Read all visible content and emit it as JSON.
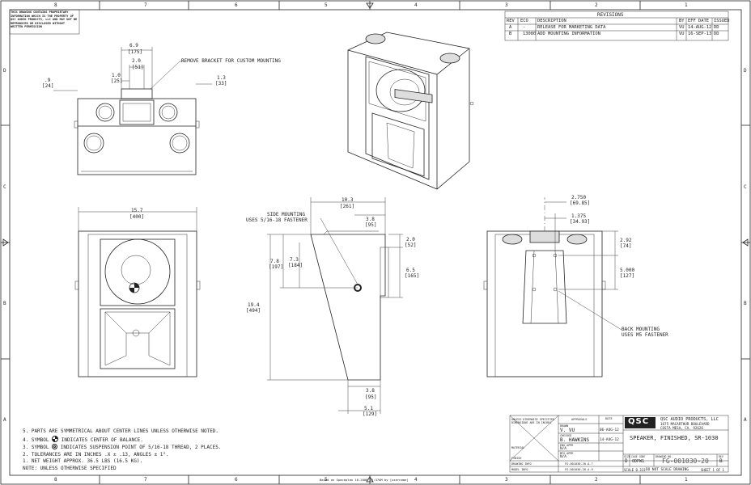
{
  "frame": {
    "col_labels_top": [
      "8",
      "7",
      "6",
      "5",
      "4",
      "3",
      "2",
      "1"
    ],
    "col_labels_bottom": [
      "8",
      "7",
      "6",
      "5",
      "4",
      "3",
      "2",
      "1"
    ],
    "row_labels_left": [
      "D",
      "C",
      "B",
      "A"
    ],
    "row_labels_right": [
      "D",
      "C",
      "B",
      "A"
    ]
  },
  "proprietary_notice": "THIS DRAWING CONTAINS PROPRIETARY INFORMATION WHICH IS THE PROPERTY OF QSC AUDIO PRODUCTS, LLC AND MAY NOT BE REPRODUCED OR DISCLOSED WITHOUT WRITTEN PERMISSION",
  "revisions": {
    "title": "REVISIONS",
    "headers": [
      "REV",
      "ECO",
      "DESCRIPTION",
      "BY",
      "EFF DATE",
      "ISSUED"
    ],
    "rows": [
      [
        "A",
        "-",
        "RELEASE FOR MARKETING DATA",
        "VU",
        "14-AUG-12",
        "DD"
      ],
      [
        "B",
        "13080",
        "ADD MOUNTING INFORMATION",
        "VU",
        "16-SEP-13",
        "DD"
      ]
    ]
  },
  "top_view": {
    "note": "REMOVE BRACKET FOR CUSTOM MOUNTING",
    "dim_overall": "6.9",
    "dim_overall_mm": "[175]",
    "dim_2": "2.0",
    "dim_2_mm": "[51]",
    "dim_1": "1.0",
    "dim_1_mm": "[25]",
    "dim_09": ".9",
    "dim_09_mm": "[24]",
    "dim_13": "1.3",
    "dim_13_mm": "[33]"
  },
  "front_view": {
    "width": "15.7",
    "width_mm": "[400]"
  },
  "side_view": {
    "note_line1": "SIDE MOUNTING",
    "note_line2": "USES 5/16-18 FASTENER",
    "depth": "10.3",
    "depth_mm": "[261]",
    "dim_38_top": "3.8",
    "dim_38_top_mm": "[95]",
    "dim_20": "2.0",
    "dim_20_mm": "[52]",
    "dim_78": "7.8",
    "dim_78_mm": "[197]",
    "dim_73": "7.3",
    "dim_73_mm": "[184]",
    "dim_65": "6.5",
    "dim_65_mm": "[165]",
    "height": "19.4",
    "height_mm": "[494]",
    "dim_38_bot": "3.8",
    "dim_38_bot_mm": "[95]",
    "dim_51": "5.1",
    "dim_51_mm": "[129]"
  },
  "back_view": {
    "dim_2750": "2.750",
    "dim_2750_mm": "[69.85]",
    "dim_1375": "1.375",
    "dim_1375_mm": "[34.93]",
    "dim_292": "2.92",
    "dim_292_mm": "[74]",
    "dim_5000": "5.000",
    "dim_5000_mm": "[127]",
    "note_line1": "BACK MOUNTING",
    "note_line2": "USES M5 FASTENER"
  },
  "notes": [
    "5. PARTS ARE SYMMETRICAL ABOUT CENTER LINES UNLESS OTHERWISE NOTED.",
    "4. SYMBOL",
    "INDICATES CENTER OF BALANCE.",
    "3. SYMBOL",
    "INDICATES SUSPENSION POINT OF 5/16-18 THREAD, 2 PLACES.",
    "2. TOLERANCES ARE IN INCHES .X ± .13, ANGLES ± 1°.",
    "1. NET WEIGHT APPROX. 36.5 LBS (16.5 KG).",
    "NOTE:  UNLESS OTHERWISE SPECIFIED"
  ],
  "title_block": {
    "logo": "QSC",
    "company": "QSC AUDIO PRODUCTS, LLC",
    "address1": "1675 MACARTHUR BOULEVARD",
    "address2": "COSTA MESA, CA. 92626",
    "title": "SPEAKER, FINISHED, SR-1030",
    "drawn_label": "DRAWN",
    "drawn_by": "V. VU",
    "drawn_date": "06-AUG-12",
    "checked_label": "CHECKED",
    "checked_by": "B. HAWKINS",
    "checked_date": "14-AUG-12",
    "eng_label": "ENG APPR",
    "eng": "N/A",
    "mfg_label": "MFG APPR",
    "mfg": "N/A",
    "approvals": "APPROVALS",
    "date_hdr": "DATE",
    "size_label": "SIZE",
    "size": "D",
    "cage_label": "CAGE CODE",
    "cage": "0DPW1",
    "dwg_label": "DRAWING NO.",
    "dwg_no": "FG-001030-20",
    "rev_label": "REV",
    "rev": "B",
    "scale": "SCALE 0.333",
    "do_not_scale": "DO NOT SCALE DRAWING",
    "sheet": "SHEET 1 OF 1",
    "material": "MATERIAL",
    "finish": "FINISH",
    "drawing_info": "DRAWING INFO",
    "info_val": "FG-001030-20.A.7",
    "model_info": "MODEL INFO",
    "model_val": "FG-001030-20.A.9",
    "unless": "UNLESS OTHERWISE SPECIFIED DIMENSIONS ARE IN INCHES",
    "footer": "Based on Spaceplan 16-2006 11:37AM by [username]"
  }
}
